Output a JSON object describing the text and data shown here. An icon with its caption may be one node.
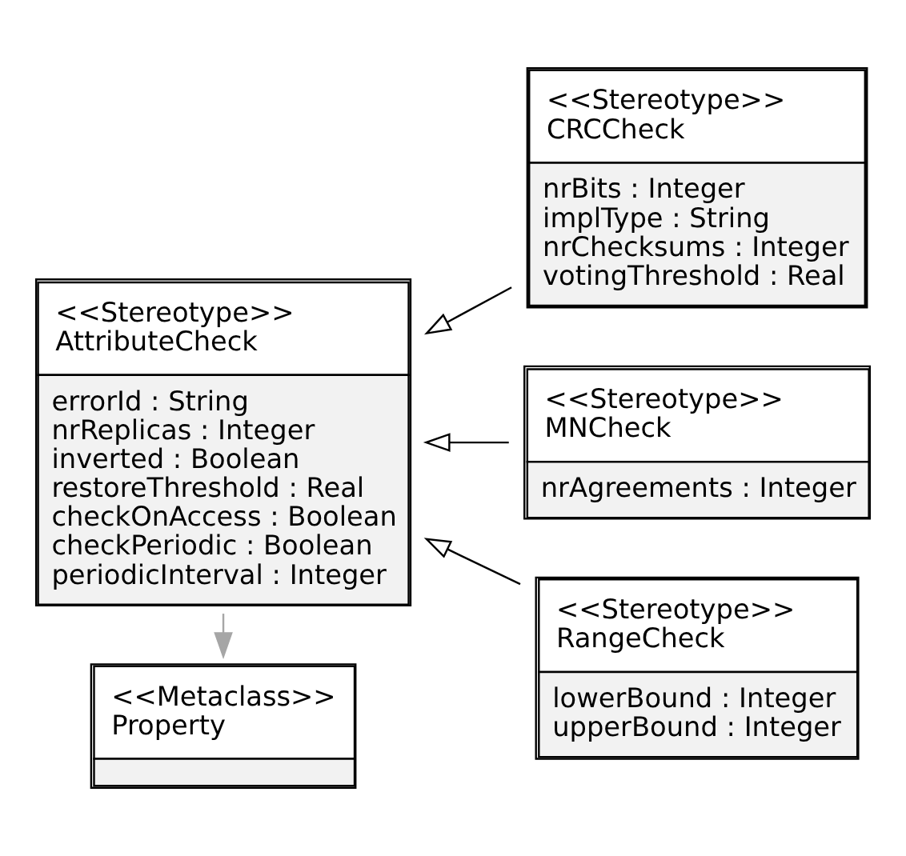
{
  "diagram": {
    "nodes": [
      {
        "text": [
          "<<Metaclass>> Property"
        ]
      },
      {
        "text": [
          "<<Stereotype>> AttributeCheck",
          "errorId : String",
          "nrReplicas : Integer",
          "inverted : Boolean",
          "restoreThreshold : Real",
          "checkOnAccess : Boolean",
          "checkPeriodic : Boolean",
          "periodicInterval : Integer"
        ]
      },
      {
        "text": [
          "<<Stereotype>> CRCCheck",
          "nrBits : Integer",
          "implType : String",
          "nrChecksums : Integer",
          "votingThreshold : Real"
        ]
      },
      {
        "text": [
          "<<Stereotype>> MNCheck",
          "nrAgreements : Integer"
        ]
      },
      {
        "text": [
          "<<Stereotype>> RangeCheck",
          "lowerBound : Integer",
          "upperBound : Integer"
        ]
      }
    ],
    "edges": [
      {
        "from": 1,
        "to": 0,
        "arrow": "to",
        "color": "#a6a6a6"
      },
      {
        "from": 2,
        "to": 1,
        "arrow": "to"
      },
      {
        "from": 3,
        "to": 1,
        "arrow": "to"
      },
      {
        "from": 4,
        "to": 1,
        "arrow": "to"
      }
    ]
  }
}
